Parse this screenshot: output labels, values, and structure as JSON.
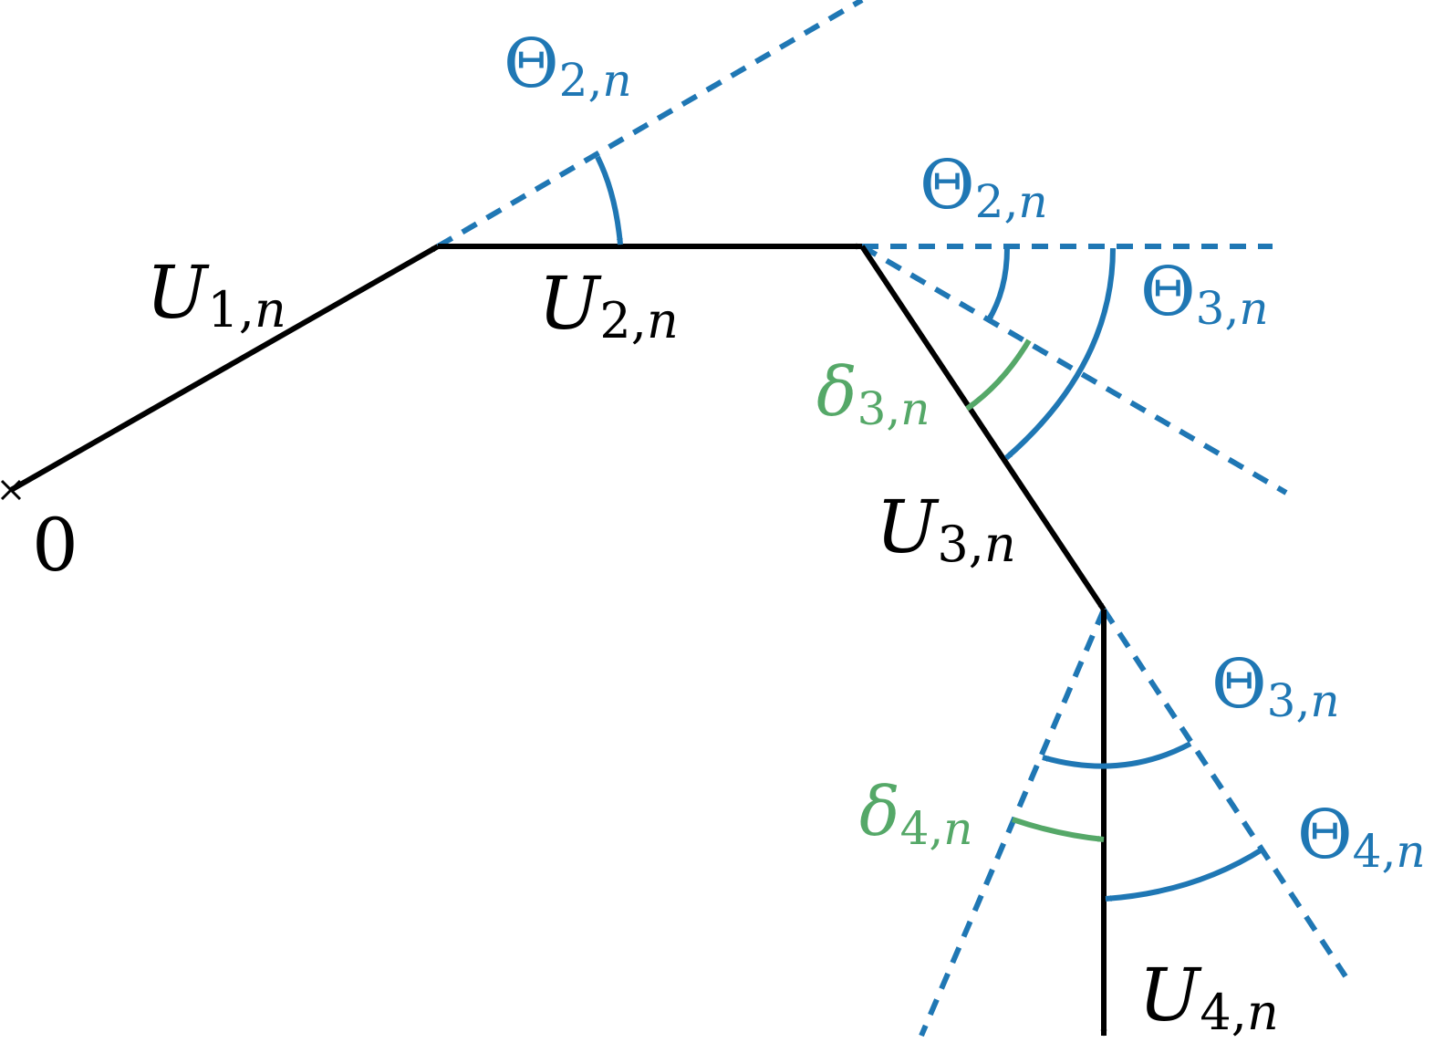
{
  "colors": {
    "vector": "#000000",
    "angle": "#1f77b4",
    "delta": "#55a868"
  },
  "labels": {
    "origin": "0",
    "u1": {
      "sym": "U",
      "sub": "1,",
      "subvar": "n"
    },
    "u2": {
      "sym": "U",
      "sub": "2,",
      "subvar": "n"
    },
    "u3": {
      "sym": "U",
      "sub": "3,",
      "subvar": "n"
    },
    "u4": {
      "sym": "U",
      "sub": "4,",
      "subvar": "n"
    },
    "theta2_top": {
      "sym": "Θ",
      "sub": "2,",
      "subvar": "n"
    },
    "theta2_mid": {
      "sym": "Θ",
      "sub": "2,",
      "subvar": "n"
    },
    "theta3_upper": {
      "sym": "Θ",
      "sub": "3,",
      "subvar": "n"
    },
    "theta3_lower": {
      "sym": "Θ",
      "sub": "3,",
      "subvar": "n"
    },
    "theta4": {
      "sym": "Θ",
      "sub": "4,",
      "subvar": "n"
    },
    "delta3": {
      "sym": "δ",
      "sub": "3,",
      "subvar": "n"
    },
    "delta4": {
      "sym": "δ",
      "sub": "4,",
      "subvar": "n"
    }
  }
}
